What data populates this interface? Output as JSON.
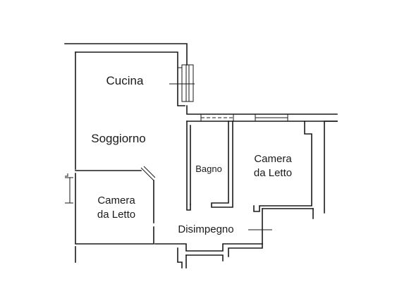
{
  "rooms": {
    "kitchen": "Cucina",
    "living": "Soggiorno",
    "bathroom": "Bagno",
    "bedroom_right": [
      "Camera",
      "da Letto"
    ],
    "bedroom_left": [
      "Camera",
      "da Letto"
    ],
    "hallway": "Disimpegno"
  }
}
